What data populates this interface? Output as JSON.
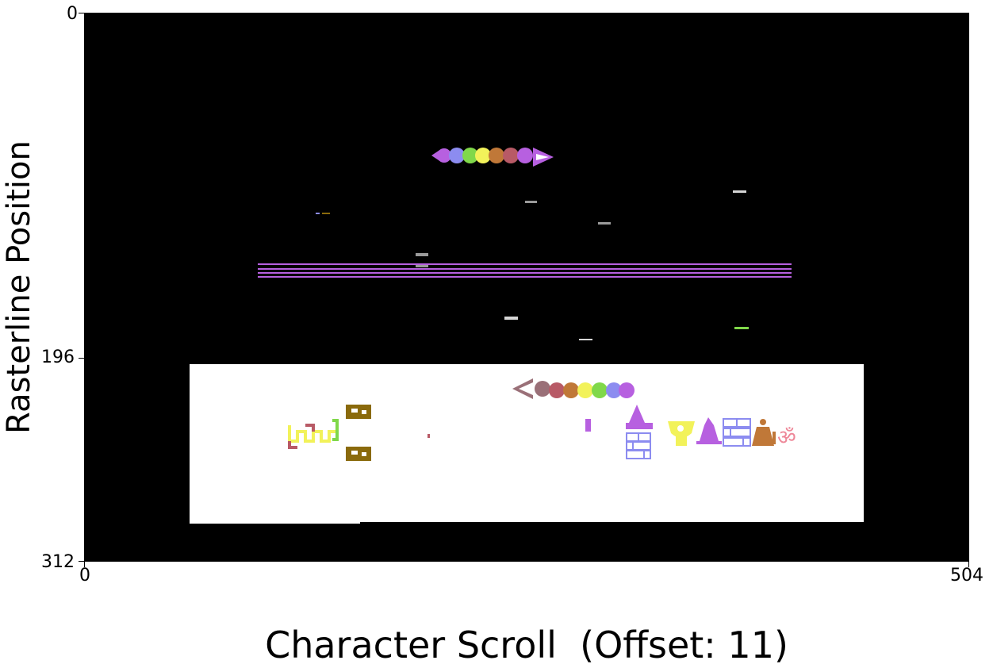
{
  "axes": {
    "x_label": "Character Scroll  (Offset: 11)",
    "y_label": "Rasterline Position",
    "x_ticks": [
      "0",
      "504"
    ],
    "y_ticks": [
      "0",
      "196",
      "312"
    ],
    "x_range": [
      0,
      504
    ],
    "y_range": [
      0,
      312
    ]
  },
  "colors": {
    "border": "#000000",
    "screen": "#ffffff",
    "purple": "#b760e0",
    "light_blue": "#8c8cf0",
    "light_green": "#80d84a",
    "yellow": "#f2f25a",
    "orange": "#c07838",
    "red": "#b85a66",
    "brown": "#8a6a0c",
    "grey": "#9a9a9a",
    "light_grey": "#d6d6d6",
    "pink": "#ee8899"
  }
}
